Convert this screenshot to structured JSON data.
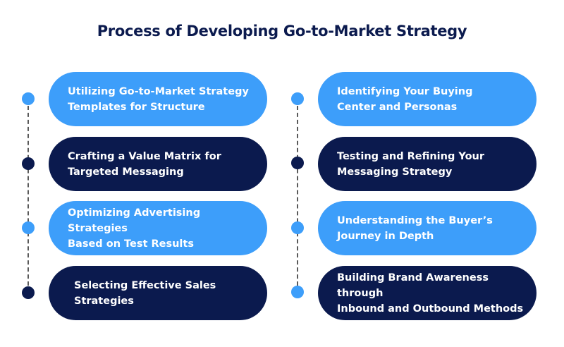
{
  "title": "Process of Developing Go-to-Market Strategy",
  "colors": {
    "light_blue": "#3d9efa",
    "navy": "#0b1a4e",
    "dash": "#5a5a5a"
  },
  "left_column": [
    {
      "text": "Utilizing Go-to-Market Strategy\nTemplates for Structure",
      "style": "light",
      "dot": "light"
    },
    {
      "text": "Crafting a Value Matrix for\nTargeted Messaging",
      "style": "dark",
      "dot": "dark"
    },
    {
      "text": "Optimizing Advertising Strategies\nBased on Test Results",
      "style": "light",
      "dot": "light"
    },
    {
      "text": "Selecting Effective Sales\nStrategies",
      "style": "dark",
      "dot": "dark"
    }
  ],
  "right_column": [
    {
      "text": "Identifying Your Buying\nCenter and Personas",
      "style": "light",
      "dot": "light"
    },
    {
      "text": "Testing and Refining Your\nMessaging Strategy",
      "style": "dark",
      "dot": "dark"
    },
    {
      "text": "Understanding the Buyer’s\nJourney in Depth",
      "style": "light",
      "dot": "light"
    },
    {
      "text": "Building Brand Awareness through\nInbound and Outbound Methods",
      "style": "dark",
      "dot": "light"
    }
  ]
}
